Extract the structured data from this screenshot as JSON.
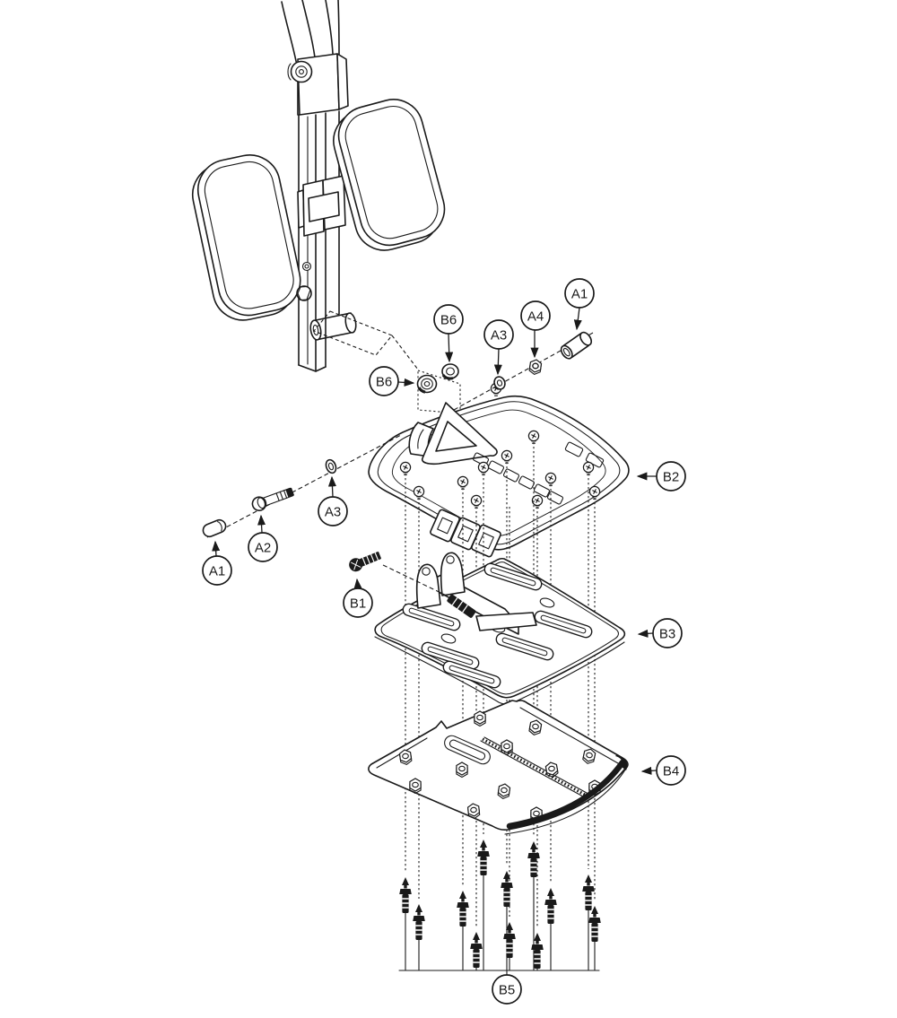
{
  "colors": {
    "ink": "#1a1a1a",
    "paper": "#ffffff"
  },
  "callouts": [
    {
      "id": "b6-upper",
      "label": "B6"
    },
    {
      "id": "a3-upper",
      "label": "A3"
    },
    {
      "id": "a4",
      "label": "A4"
    },
    {
      "id": "a1-upper",
      "label": "A1"
    },
    {
      "id": "b6-side",
      "label": "B6"
    },
    {
      "id": "b2",
      "label": "B2"
    },
    {
      "id": "a3-lower",
      "label": "A3"
    },
    {
      "id": "a2",
      "label": "A2"
    },
    {
      "id": "a1-lower",
      "label": "A1"
    },
    {
      "id": "b1",
      "label": "B1"
    },
    {
      "id": "b3",
      "label": "B3"
    },
    {
      "id": "b4",
      "label": "B4"
    },
    {
      "id": "b5",
      "label": "B5"
    }
  ]
}
